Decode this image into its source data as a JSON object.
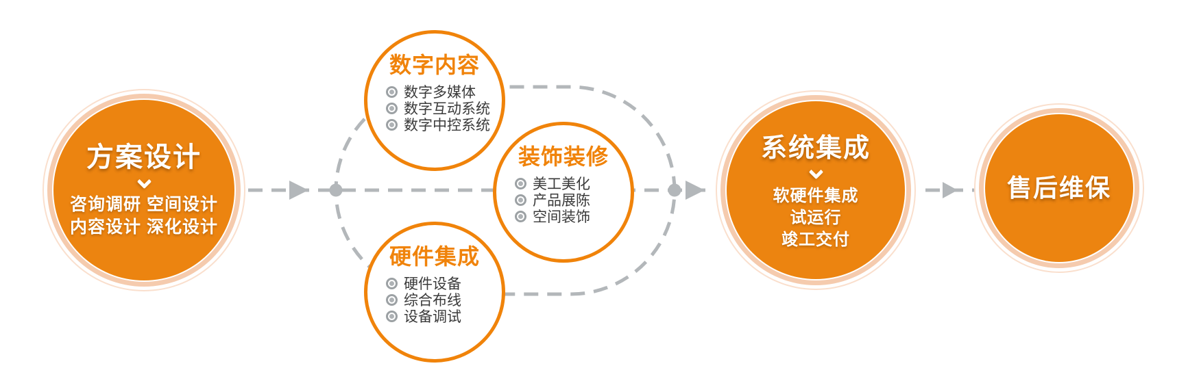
{
  "colors": {
    "disc-orange": "#EC8410",
    "stroke-orange": "#F0830A",
    "title-orange": "#F0830A",
    "ring-pink": "#F5CBAE",
    "ring-pink-faint": "#FADFCD",
    "dash-gray": "#B3B7BA",
    "bullet-ring-gray": "#9CA1A4",
    "bullet-dot-gray": "#AEB2B5",
    "item-text": "#3A3A3A"
  },
  "nodes": {
    "plan_design": {
      "title": "方案设计",
      "lines": [
        "咨询调研 空间设计",
        "内容设计 深化设计"
      ]
    },
    "digital_content": {
      "title": "数字内容",
      "items": [
        "数字多媒体",
        "数字互动系统",
        "数字中控系统"
      ]
    },
    "decoration": {
      "title": "装饰装修",
      "items": [
        "美工美化",
        "产品展陈",
        "空间装饰"
      ]
    },
    "hardware_integration": {
      "title": "硬件集成",
      "items": [
        "硬件设备",
        "综合布线",
        "设备调试"
      ]
    },
    "system_integration": {
      "title": "系统集成",
      "lines": [
        "软硬件集成",
        "试运行",
        "竣工交付"
      ]
    },
    "after_sales": {
      "title": "售后维保"
    }
  }
}
